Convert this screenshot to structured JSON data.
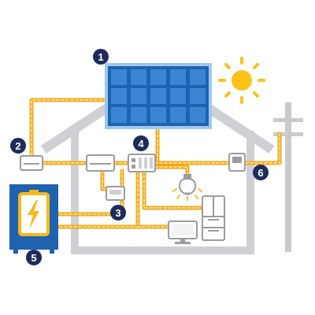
{
  "colors": {
    "house_gray": "#cfd0d3",
    "house_stroke": "#cfd0d3",
    "wire_orange": "#f3a61e",
    "wire_yellow": "#fbe07a",
    "panel_blue": "#1f63ae",
    "panel_cell": "#3a86d4",
    "panel_frame": "#9ec8ee",
    "sun_yellow": "#fbc21a",
    "badge_navy": "#1d2c5b",
    "battery_blue": "#1f63ae",
    "battery_yellow": "#f7b81a",
    "device_fill": "#ffffff",
    "device_stroke": "#9a9ca3",
    "pole_gray": "#c9cacd"
  },
  "labels": {
    "l1": "1",
    "l2": "2",
    "l3": "3",
    "l4": "4",
    "l5": "5",
    "l6": "6"
  },
  "icons": {
    "solar": "solar-panel-icon",
    "sun": "sun-icon",
    "battery": "battery-icon",
    "bolt": "lightning-bolt-icon",
    "bulb": "light-bulb-icon",
    "tv": "television-icon",
    "fridge": "refrigerator-icon",
    "pole": "utility-pole-icon"
  }
}
